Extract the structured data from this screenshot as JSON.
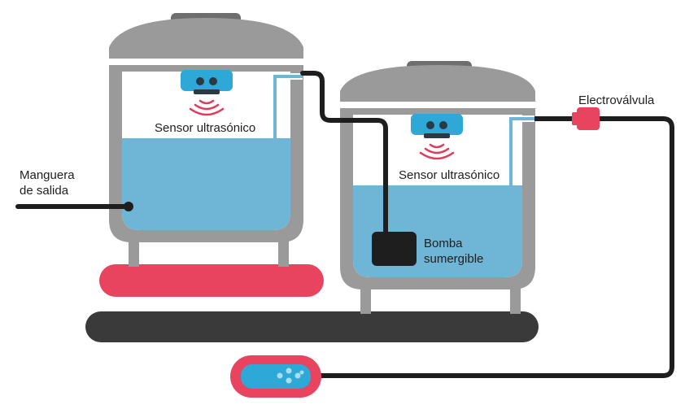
{
  "labels": {
    "sensor_left": "Sensor ultrasónico",
    "sensor_right": "Sensor ultrasónico",
    "hose_line1": "Manguera",
    "hose_line2": "de salida",
    "valve": "Electroválvula",
    "pump_line1": "Bomba",
    "pump_line2": "sumergible"
  },
  "colors": {
    "tank_body": "#9a9a9a",
    "tank_dark": "#6e6e6e",
    "water": "#6fb6d6",
    "sensor": "#2ea8d6",
    "wave": "#e23b5a",
    "pipe": "#1e1e1e",
    "pink": "#e8435f",
    "base_dark": "#3a3a3a",
    "controller_screen": "#2ea8d6"
  },
  "icons": [
    "ultrasonic-sensor-icon",
    "submersible-pump-icon",
    "solenoid-valve-icon",
    "controller-icon"
  ]
}
